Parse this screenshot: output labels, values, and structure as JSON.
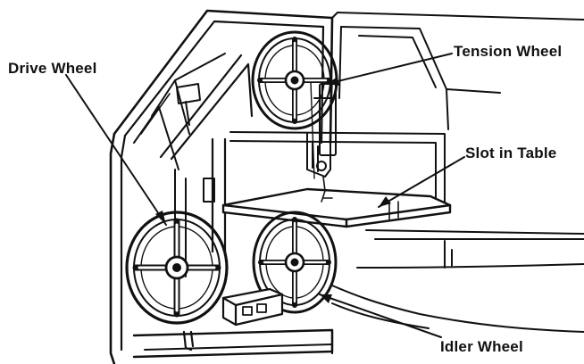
{
  "labels": {
    "drive_wheel": "Drive Wheel",
    "tension_wheel": "Tension Wheel",
    "slot_in_table": "Slot in Table",
    "idler_wheel": "Idler Wheel"
  },
  "colors": {
    "ink": "#111111",
    "paper": "#ffffff"
  }
}
